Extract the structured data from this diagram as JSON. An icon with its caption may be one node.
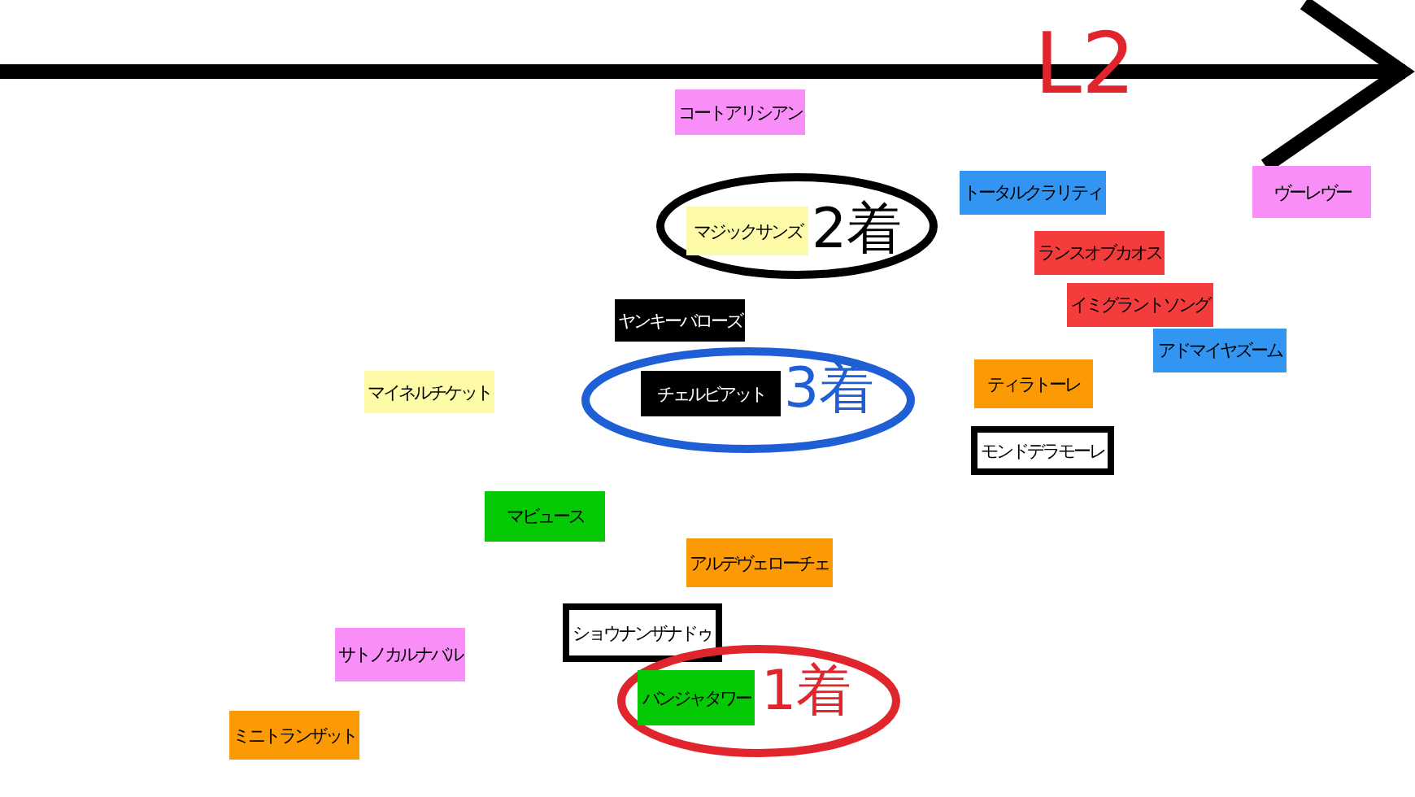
{
  "diagram": {
    "nodes": [
      {
        "text": [
          "コートアリシアン"
        ]
      },
      {
        "text": [
          "2着"
        ]
      },
      {
        "text": [
          "マジックサンズ"
        ],
        "in": 1
      },
      {
        "text": [
          "トータルクラリティ"
        ]
      },
      {
        "text": [
          "ヴーレヴー"
        ]
      },
      {
        "text": [
          "ランスオブカオス"
        ]
      },
      {
        "text": [
          "イミグラントソング"
        ]
      },
      {
        "text": [
          "ヤンキーバローズ"
        ]
      },
      {
        "text": [
          "アドマイヤズーム"
        ]
      },
      {
        "text": [
          "3着"
        ]
      },
      {
        "text": [
          "チェルビアット"
        ],
        "in": 9
      },
      {
        "text": [
          "マイネルチケット"
        ]
      },
      {
        "text": [
          "ティラトーレ"
        ]
      },
      {
        "text": [
          "モンドデラモーレ"
        ]
      },
      {
        "text": [
          "マビュース"
        ]
      },
      {
        "text": [
          "アルデヴェローチェ"
        ]
      },
      {
        "text": [
          "ショウナンザナドゥ"
        ]
      },
      {
        "text": [
          "サトノカルナバル"
        ]
      },
      {
        "text": [
          "1着"
        ]
      },
      {
        "text": [
          "バンジャタワー"
        ],
        "in": 18
      },
      {
        "text": [
          "ミニトランザット"
        ]
      }
    ],
    "labels": [
      "L2"
    ]
  }
}
